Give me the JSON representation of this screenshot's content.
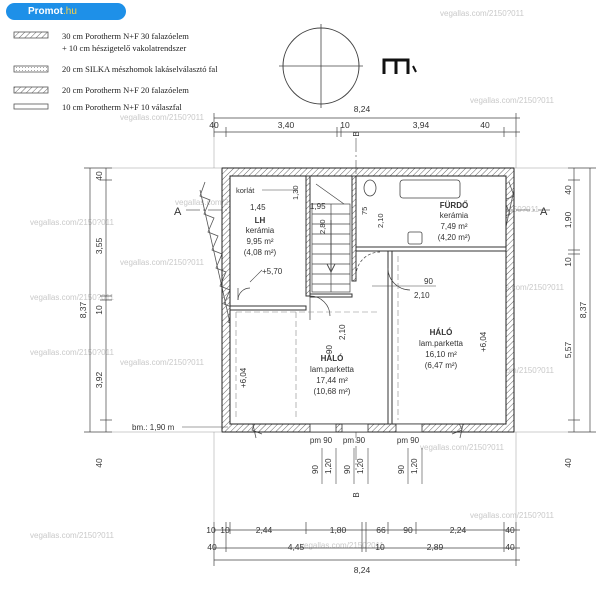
{
  "badge": {
    "brand": "Promot",
    "suffix": ".hu"
  },
  "legend": [
    {
      "line1": "30 cm Porotherm N+F 30 falazóelem",
      "line2": "+ 10 cm hészigetelő vakolatrendszer"
    },
    {
      "line1": "20 cm SILKA mészhomok lakáselválasztó fal",
      "line2": ""
    },
    {
      "line1": "20 cm Porotherm N+F 20 falazóelem",
      "line2": ""
    },
    {
      "line1": "10 cm Porotherm N+F 10 válaszfal",
      "line2": ""
    }
  ],
  "dims_top": {
    "total": "8,24",
    "segments": [
      "40",
      "3,40",
      "10",
      "3,94",
      "40"
    ]
  },
  "dims_bottom": {
    "row1": [
      "10",
      "10",
      "2,44",
      "1,80",
      "66",
      "90",
      "2,24",
      "40"
    ],
    "row2": [
      "40",
      "4,45",
      "10",
      "2,89",
      "40"
    ],
    "total": "8,24"
  },
  "dims_left": {
    "total": "8,37",
    "segments": [
      "40",
      "3,55",
      "10",
      "3,92",
      "40"
    ]
  },
  "dims_right": {
    "total": "8,37",
    "segments": [
      "40",
      "1,90",
      "10",
      "5,57",
      "40"
    ]
  },
  "section_marks": {
    "a": "A",
    "b": "B"
  },
  "rooms": [
    {
      "name": "LH",
      "floor": "kerámia",
      "area": "9,95 m²",
      "net": "(4,08 m²)"
    },
    {
      "name": "FÜRDŐ",
      "floor": "kerámia",
      "area": "7,49 m²",
      "net": "(4,20 m²)"
    },
    {
      "name": "HÁLÓ",
      "floor": "lam.parketta",
      "area": "17,44 m²",
      "net": "(10,68 m²)"
    },
    {
      "name": "HÁLÓ",
      "floor": "lam.parketta",
      "area": "16,10 m²",
      "net": "(6,47 m²)"
    }
  ],
  "labels": {
    "korlat": "korlát",
    "d_145": "1,45",
    "d_195": "1,95",
    "d_130": "1,30",
    "d_75": "75",
    "d_210a": "2,10",
    "d_280": "2,80",
    "elev_570": "+5,70",
    "d_90a": "90",
    "d_210b": "2,10",
    "d_90b": "90",
    "d_210c": "2,10",
    "elev_604_left": "+6,04",
    "elev_604_right": "+6,04",
    "bm": "bm.: 1,90 m",
    "pm": [
      "pm 90",
      "pm 90",
      "pm 90"
    ],
    "win_w": [
      "90",
      "90",
      "90"
    ],
    "win_h": [
      "1,20",
      "1,20",
      "1,20"
    ]
  },
  "watermark": "vegallas.com/2150?011"
}
